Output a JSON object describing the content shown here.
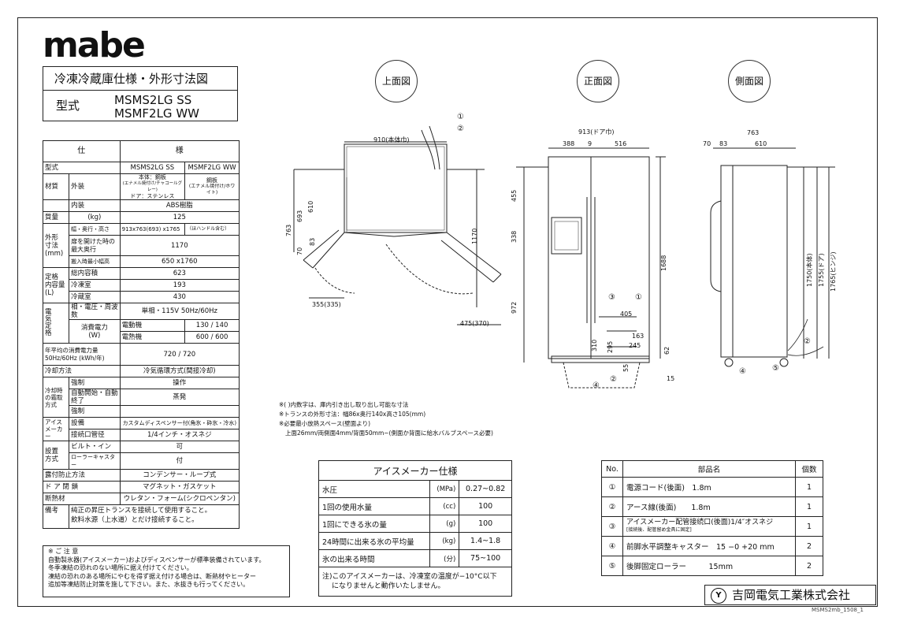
{
  "logo": "mabe",
  "doc_title": "冷凍冷蔵庫仕様・外形寸法図",
  "model_label": "型式",
  "models": [
    "MSMS2LG SS",
    "MSMF2LG WW"
  ],
  "spec": {
    "header": [
      "仕",
      "様"
    ],
    "rows": {
      "model": [
        "型式",
        "MSMS2LG SS",
        "MSMF2LG WW"
      ],
      "mat": [
        "材質",
        "外装",
        "本体：鋼板",
        "(エナメル焼付け/チャコールグレー)",
        "ドア：ステンレス",
        "鋼板",
        "(エナメル焼付け/ホワイト)"
      ],
      "inner": [
        "内装",
        "ABS樹脂"
      ],
      "mass": [
        "質量",
        "(kg)",
        "125"
      ],
      "dim1": [
        "外形",
        "寸法",
        "(mm)",
        "幅・奥行・高さ",
        "913x763(693) x1765",
        "（ほハンドル含む）"
      ],
      "dim2": [
        "扉を開けた時の",
        "最大奥行",
        "1170"
      ],
      "dim3": [
        "搬入時最小幅高",
        "650 x1760"
      ],
      "cap": [
        "定格",
        "内容量",
        "(L)",
        "総内容積",
        "623",
        "冷凍室",
        "193",
        "冷蔵室",
        "430"
      ],
      "elec": [
        "電",
        "気",
        "定",
        "格",
        "相・電圧・周波数",
        "単相・115V 50Hz/60Hz",
        "消費電力",
        "(W)",
        "電動機",
        "130 / 140",
        "電熱機",
        "600 / 600"
      ],
      "annual": [
        "年平均の消費電力量",
        "50Hz/60Hz (kWh/年)",
        "720 / 720"
      ],
      "cool": [
        "冷却方法",
        "冷気循環方式(間接冷却)"
      ],
      "defrost": [
        "冷却時",
        "の霜取",
        "方式",
        "強制",
        "操作",
        "自動開始・自動終了",
        "蒸発",
        "強制"
      ],
      "ice": [
        "アイス",
        "メーカー",
        "設備",
        "カスタムディスペンサー付(角氷・砕氷・冷水)",
        "接続口管径",
        "1/4インチ・オスネジ"
      ],
      "install": [
        "設置",
        "方式",
        "ビルト・イン",
        "可",
        "ローラーキャスター",
        "付"
      ],
      "dew": [
        "露付防止方法",
        "コンデンサー・ループ式"
      ],
      "door": [
        "ド ア 閉 鎖",
        "マグネット・ガスケット"
      ],
      "ins": [
        "断熱材",
        "ウレタン・フォーム(シクロペンタン)"
      ],
      "rem": [
        "備考",
        "純正の昇圧トランスを接続して使用すること。",
        "飲料水源（上水道）とだけ接続すること。"
      ]
    }
  },
  "caution": [
    "※ ご 注 意",
    "自動製氷器(アイスメーカー)およびディスペンサーが標準装備されています。",
    "冬季凍結の恐れのない場所に据え付けてください。",
    "凍結の恐れのある場所にやむを得ず据え付ける場合は、断熱材やヒーター",
    "追加等凍結防止対策を施して下さい。また、水抜きも行ってください。"
  ],
  "views": [
    "上面図",
    "正面図",
    "側面図"
  ],
  "top_dims": [
    "910(本体巾)",
    "763",
    "693",
    "610",
    "83",
    "70",
    "1170",
    "355(335)",
    "475(370)",
    "①",
    "②"
  ],
  "front_dims": [
    "913(ドア巾)",
    "388",
    "9",
    "516",
    "455",
    "338",
    "972",
    "1688",
    "405",
    "163",
    "245",
    "295",
    "310",
    "55",
    "62",
    "15",
    "③",
    "①",
    "②",
    "④"
  ],
  "side_dims": [
    "763",
    "70",
    "83",
    "610",
    "1750(本体)",
    "1755(ドア)",
    "1765(ヒンジ)",
    "②",
    "④",
    "⑤"
  ],
  "footnotes": [
    "※(  )内数字は、庫内引き出し取り出し可能な寸法",
    "※トランスの外形寸法：幅86x奥行140x高さ105(mm)",
    "※必要最小放熱スペース(壁面より)",
    "上面26mm/両側面4mm/背面50mm~(側面か背面に給水バルブスペース必要)"
  ],
  "ice_spec": {
    "title": "アイスメーカー仕様",
    "rows": [
      [
        "水圧",
        "(MPa)",
        "0.27~0.82"
      ],
      [
        "1回の使用水量",
        "(cc)",
        "100"
      ],
      [
        "1回にできる氷の量",
        "(g)",
        "100"
      ],
      [
        "24時間に出来る氷の平均量",
        "(kg)",
        "1.4~1.8"
      ],
      [
        "氷の出来る時間",
        "(分)",
        "75~100"
      ]
    ],
    "note": [
      "注)このアイスメーカーは、冷凍室の温度が−10°C以下",
      "になりませんと動作いたしません。"
    ]
  },
  "parts": {
    "header": [
      "No.",
      "部品名",
      "個数"
    ],
    "rows": [
      [
        "①",
        "電源コード(後面)　1.8m",
        "1"
      ],
      [
        "②",
        "アース線(後面)　　1.8m",
        "1"
      ],
      [
        "③",
        "アイスメーカー配管接続口(後面)1/4″オスネジ",
        "[接続後、配管留め金具に固定]",
        "1"
      ],
      [
        "④",
        "前脚水平調整キャスター　15 −0 +20 mm",
        "2"
      ],
      [
        "⑤",
        "後脚固定ローラー　　　15mm",
        "2"
      ]
    ]
  },
  "company": "吉岡電気工業株式会社",
  "company_mark": "Y",
  "doc_id": "MSMS2mb_1508_1"
}
